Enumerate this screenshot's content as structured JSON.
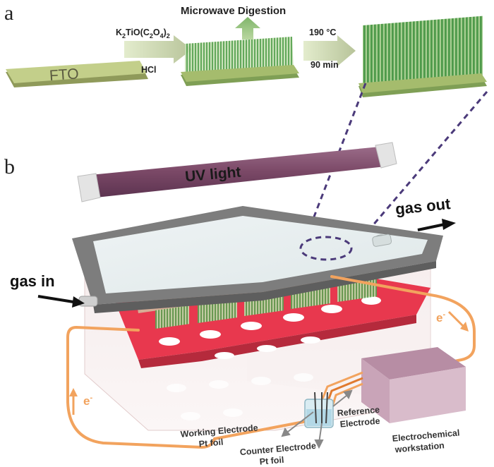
{
  "panel_a": {
    "label": "a",
    "substrate": "FTO",
    "precursor_formula": {
      "k": "K",
      "k_sub": "2",
      "mid": "TiO(C",
      "c_sub": "2",
      "o": "O",
      "o_sub": "4",
      "end": ")",
      "end_sub": "2"
    },
    "acid": "HCl",
    "process": "Microwave Digestion",
    "temperature": "190 °C",
    "time": "90 min"
  },
  "panel_b": {
    "label": "b",
    "uv_light": "UV light",
    "gas_in": "gas in",
    "gas_out": "gas out",
    "electron": "e",
    "electron_sup": "-",
    "working_electrode": [
      "Working Electrode",
      "Pt foil"
    ],
    "counter_electrode": [
      "Counter Electrode",
      "Pt foil"
    ],
    "reference_electrode": [
      "Reference",
      "Electrode"
    ],
    "workstation": [
      "Electrochemical",
      "workstation"
    ]
  },
  "colors": {
    "fto_green": "#c3cf8a",
    "nanorod_green": "#4e9a4a",
    "uv_purple": "#7a4a6a",
    "frame_gray": "#7d7d7d",
    "red_plate": "#e8384e",
    "wire_orange": "#f2a35e",
    "dash_purple": "#4b3a7a",
    "workstation_pink": "#c29ab0"
  }
}
